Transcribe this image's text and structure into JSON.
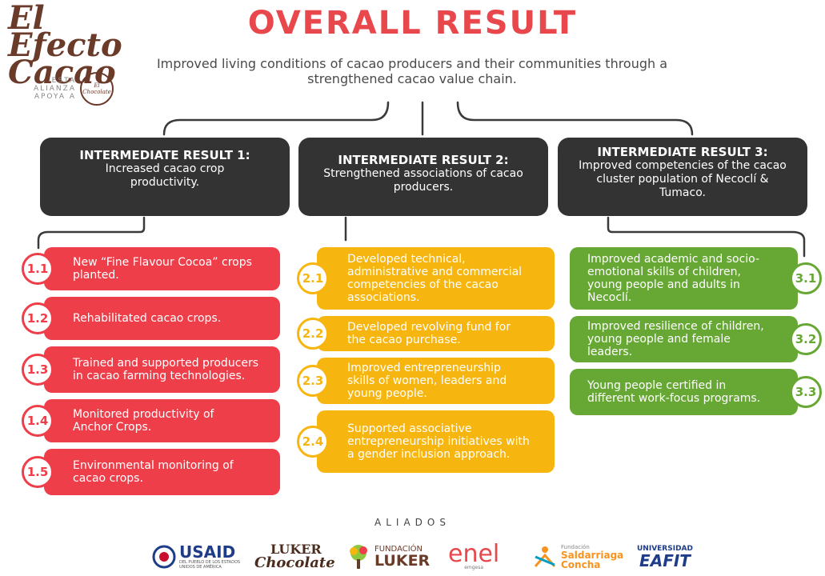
{
  "logo": {
    "line1": "El Efecto",
    "line2": "Cacao",
    "tagline": "ESTA ALIANZA APOYA A",
    "badge_text": "El Chocolate"
  },
  "title": "OVERALL RESULT",
  "subtitle": "Improved living conditions of cacao producers and their communities through a strengthened cacao value chain.",
  "intermediate_results": [
    {
      "heading": "INTERMEDIATE RESULT 1:",
      "text": "Increased cacao crop productivity."
    },
    {
      "heading": "INTERMEDIATE RESULT 2:",
      "text": "Strengthened associations of cacao producers."
    },
    {
      "heading": "INTERMEDIATE RESULT 3:",
      "text": "Improved competencies of the cacao cluster population of Necoclí & Tumaco."
    }
  ],
  "results_1": [
    {
      "num": "1.1",
      "text": "New “Fine Flavour Cocoa” crops planted."
    },
    {
      "num": "1.2",
      "text": "Rehabilitated cacao crops."
    },
    {
      "num": "1.3",
      "text": "Trained and supported producers in cacao farming technologies."
    },
    {
      "num": "1.4",
      "text": "Monitored productivity of Anchor Crops."
    },
    {
      "num": "1.5",
      "text": "Environmental monitoring of cacao crops."
    }
  ],
  "results_2": [
    {
      "num": "2.1",
      "text": "Developed technical, administrative and commercial competencies of the cacao associations."
    },
    {
      "num": "2.2",
      "text": "Developed revolving fund for the cacao purchase."
    },
    {
      "num": "2.3",
      "text": "Improved entrepreneurship skills of women, leaders and young people."
    },
    {
      "num": "2.4",
      "text": "Supported associative entrepreneurship initiatives with a gender inclusion approach."
    }
  ],
  "results_3": [
    {
      "num": "3.1",
      "text": "Improved academic and socio-emotional skills of children, young people and adults in Necoclí."
    },
    {
      "num": "3.2",
      "text": "Improved resilience of children, young people and female leaders."
    },
    {
      "num": "3.3",
      "text": "Young people certified in different work-focus programs."
    }
  ],
  "aliados_label": "ALIADOS",
  "partners": {
    "usaid": "USAID",
    "usaid_sub": "DEL PUEBLO DE LOS ESTADOS UNIDOS DE AMÉRICA",
    "luker_1": "LUKER",
    "luker_2": "Chocolate",
    "fundacion_1": "FUNDACIÓN",
    "fundacion_2": "LUKER",
    "enel": "enel",
    "enel_sub": "emgesa",
    "saldarriaga_1": "Fundación",
    "saldarriaga_2": "Saldarriaga",
    "saldarriaga_3": "Concha",
    "eafit_1": "UNIVERSIDAD",
    "eafit_2": "EAFIT"
  },
  "colors": {
    "title": "#e8474c",
    "dark_box": "#333333",
    "red": "#ee3e4a",
    "yellow": "#f7b50f",
    "green": "#67a834"
  }
}
